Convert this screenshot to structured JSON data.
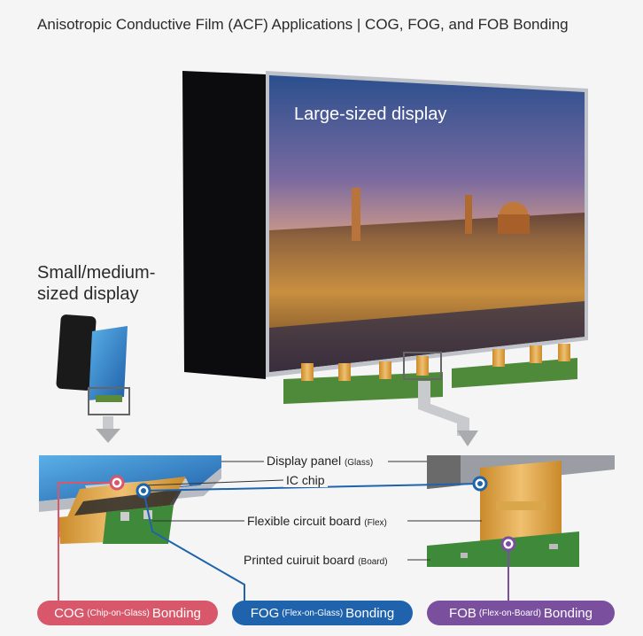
{
  "title": "Anisotropic Conductive Film (ACF) Applications | COG, FOG, and FOB Bonding",
  "large_display_label": "Large-sized display",
  "small_display_label": [
    "Small/medium-",
    "sized display"
  ],
  "labels": {
    "display_panel": {
      "main": "Display panel",
      "sub": "(Glass)"
    },
    "ic_chip": {
      "main": "IC chip"
    },
    "flex_board": {
      "main": "Flexible circuit board",
      "sub": "(Flex)"
    },
    "printed_board": {
      "main": "Printed cuiruit board",
      "sub": "(Board)"
    }
  },
  "bondings": [
    {
      "abbr": "COG",
      "sub": "(Chip-on-Glass)",
      "word": "Bonding",
      "color": "#d9576a"
    },
    {
      "abbr": "FOG",
      "sub": "(Flex-on-Glass)",
      "word": "Bonding",
      "color": "#1f63ad"
    },
    {
      "abbr": "FOB",
      "sub": "(Flex-on-Board)",
      "word": "Bonding",
      "color": "#7a4f9e"
    }
  ]
}
